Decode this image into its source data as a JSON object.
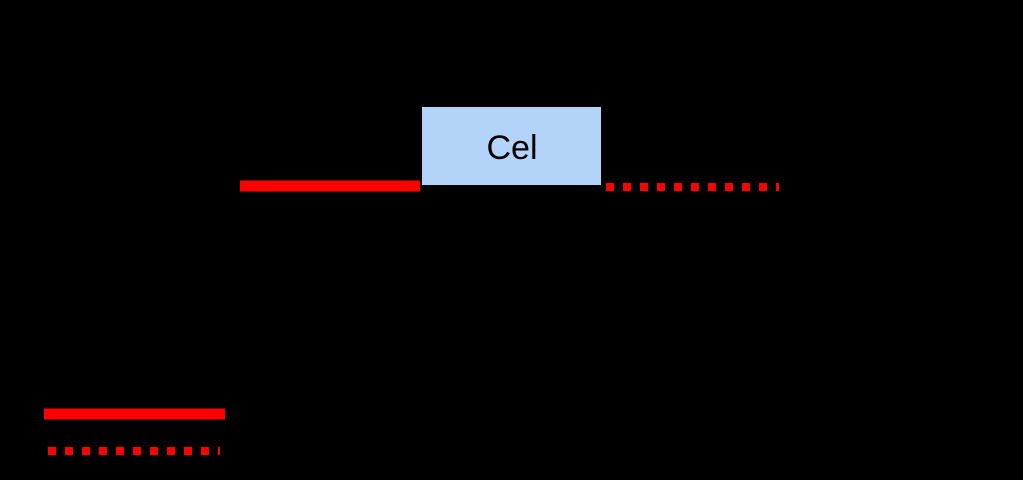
{
  "diagram": {
    "background_color": "#000000",
    "cell": {
      "label": "Cel",
      "fill_color": "#b3d3f8"
    },
    "line_color": "#ff0000",
    "connectors": [
      {
        "name": "input-solid-line",
        "style": "solid"
      },
      {
        "name": "output-dotted-line",
        "style": "dotted"
      }
    ],
    "legend": [
      {
        "name": "legend-solid-line",
        "style": "solid"
      },
      {
        "name": "legend-dotted-line",
        "style": "dotted"
      }
    ]
  }
}
